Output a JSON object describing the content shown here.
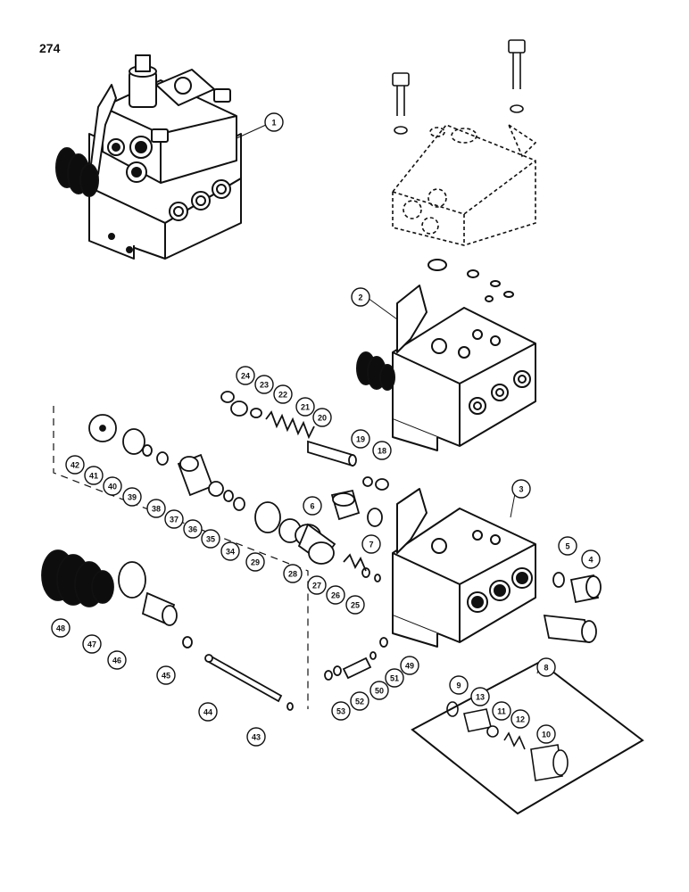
{
  "page": {
    "number": "274"
  },
  "colors": {
    "ink": "#111111",
    "paper": "#ffffff",
    "rubber": "#0d0d0d"
  },
  "callouts": [
    "1",
    "2",
    "3",
    "4",
    "5",
    "6",
    "7",
    "8",
    "9",
    "10",
    "11",
    "12",
    "13",
    "18",
    "19",
    "20",
    "21",
    "22",
    "23",
    "24",
    "25",
    "26",
    "27",
    "28",
    "29",
    "34",
    "35",
    "36",
    "37",
    "38",
    "39",
    "40",
    "41",
    "42",
    "43",
    "44",
    "45",
    "46",
    "47",
    "48",
    "49",
    "50",
    "51",
    "52",
    "53"
  ]
}
